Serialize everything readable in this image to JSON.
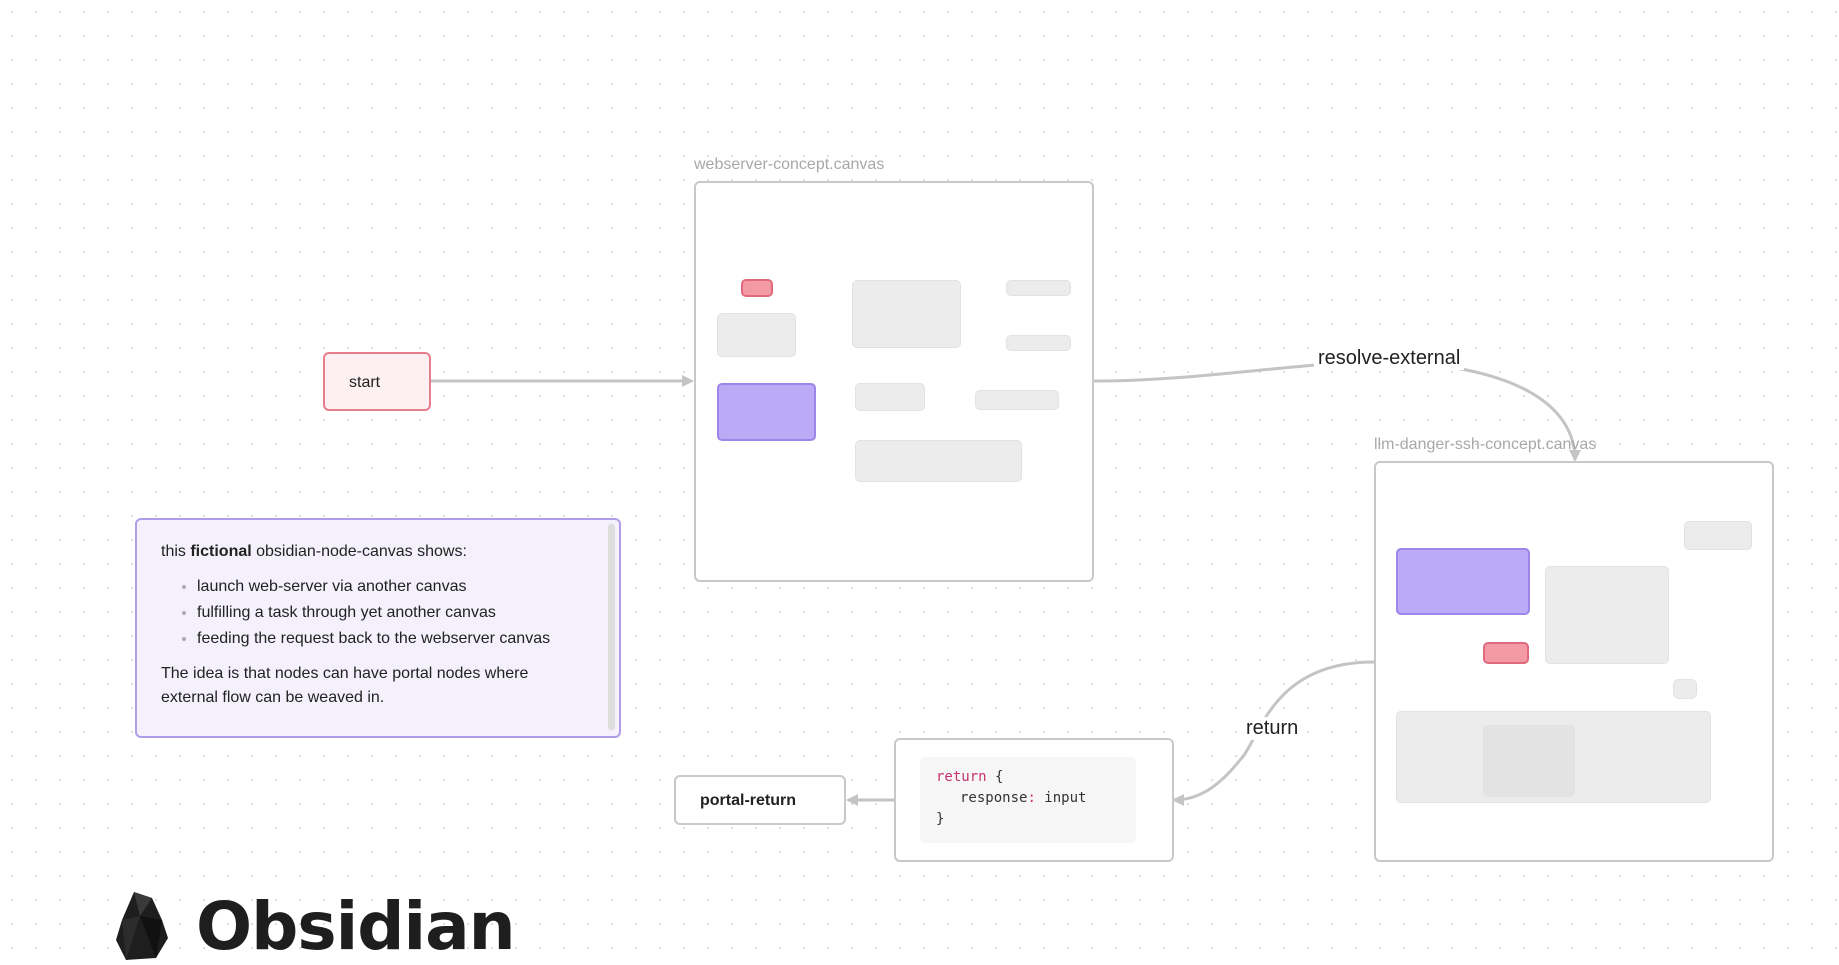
{
  "nodes": {
    "start": {
      "label": "start"
    },
    "portal_return": {
      "label": "portal-return"
    },
    "note": {
      "intro_before": "this ",
      "intro_bold": "fictional",
      "intro_after": " obsidian-node-canvas shows:",
      "items": [
        "launch web-server via another canvas",
        "fulfilling a task through yet another canvas",
        "feeding the request back to the webserver canvas"
      ],
      "outro": "The idea is that nodes can have portal nodes where external flow can be weaved in."
    },
    "code": {
      "keyword": "return",
      "brace_open": " {",
      "prop": "response",
      "colon": ":",
      "value": " input",
      "brace_close": "}"
    }
  },
  "groups": {
    "webserver": {
      "title": "webserver-concept.canvas"
    },
    "llm": {
      "title": "llm-danger-ssh-concept.canvas"
    }
  },
  "edges": {
    "resolve_external": "resolve-external",
    "return": "return"
  },
  "logo": {
    "text": "Obsidian"
  },
  "colors": {
    "red": "#e87e8c",
    "purple": "#b09de8",
    "edge": "#c4c4c4"
  }
}
